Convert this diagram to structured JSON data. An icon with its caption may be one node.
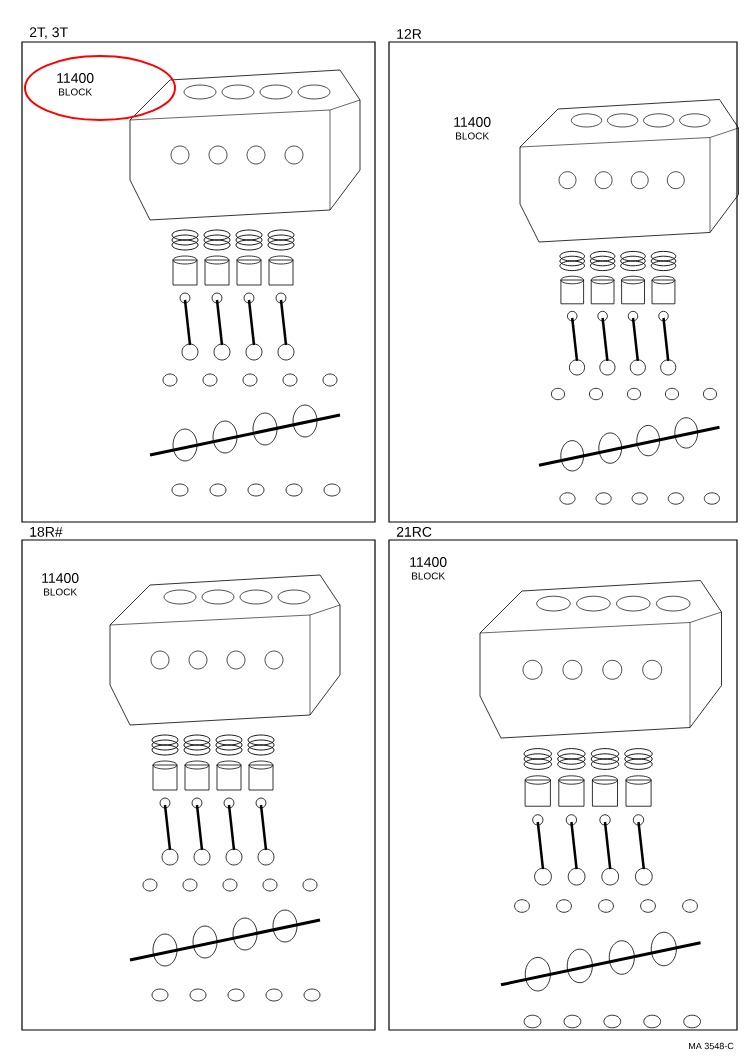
{
  "diagram": {
    "nodes": [
      {
        "text": [
          "2T, 3T"
        ]
      },
      {
        "text": [
          "12R"
        ]
      },
      {
        "text": [
          "18R#"
        ]
      },
      {
        "text": [
          "21RC"
        ]
      }
    ],
    "labels": [
      "11400",
      "BLOCK",
      "11400",
      "BLOCK",
      "11400",
      "BLOCK",
      "11400",
      "BLOCK",
      "MA 3548-C"
    ]
  }
}
